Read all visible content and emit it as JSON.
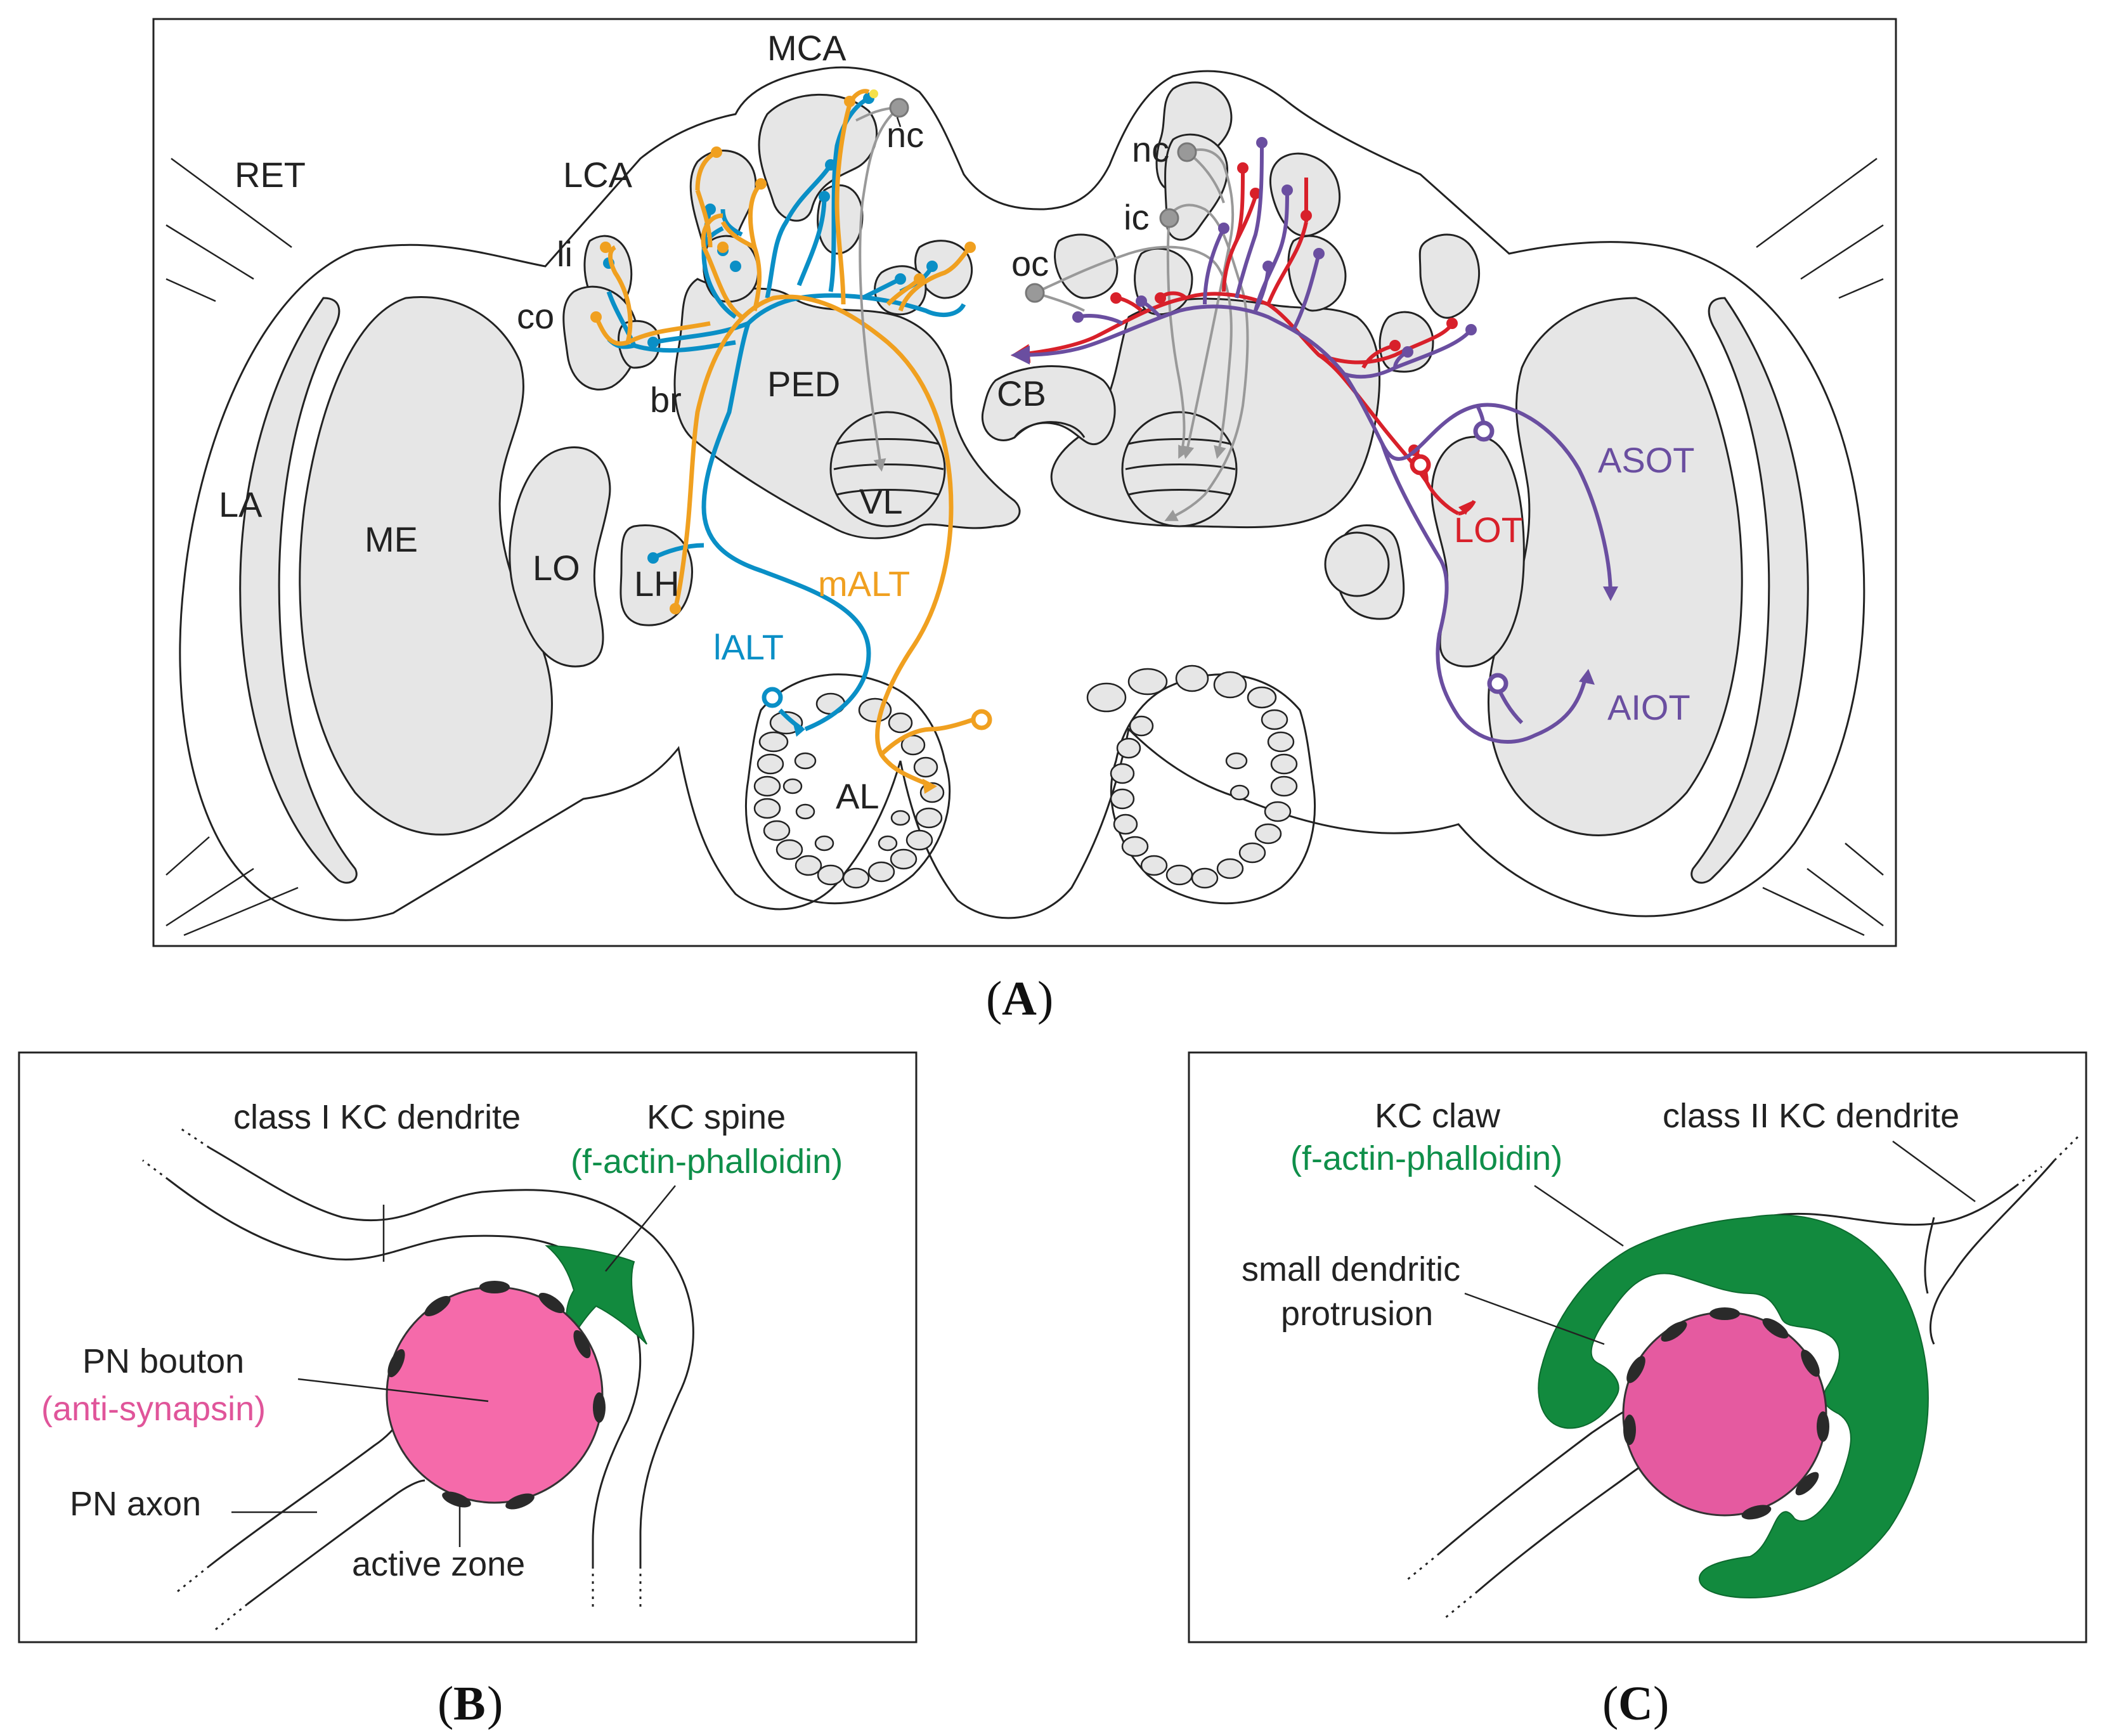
{
  "panels": {
    "a": {
      "letter": "A",
      "labels": {
        "mca": "MCA",
        "lca": "LCA",
        "ret": "RET",
        "li": "li",
        "co": "co",
        "br": "br",
        "nc_left": "nc",
        "nc_right": "nc",
        "ic": "ic",
        "oc": "oc",
        "ped": "PED",
        "cb": "CB",
        "vl": "VL",
        "la": "LA",
        "me": "ME",
        "lo": "LO",
        "lh": "LH",
        "malt": "mALT",
        "lalt": "lALT",
        "al": "AL",
        "asot": "ASOT",
        "lot": "LOT",
        "aiot": "AIOT"
      }
    },
    "b": {
      "letter": "B",
      "labels": {
        "dendrite": "class I KC dendrite",
        "spine": "KC spine",
        "spine_stain": "(f-actin-phalloidin)",
        "bouton": "PN bouton",
        "bouton_stain": "(anti-synapsin)",
        "axon": "PN axon",
        "active_zone": "active zone"
      }
    },
    "c": {
      "letter": "C",
      "labels": {
        "claw": "KC claw",
        "claw_stain": "(f-actin-phalloidin)",
        "dendrite": "class II KC dendrite",
        "protrusion_1": "small dendritic",
        "protrusion_2": "protrusion"
      }
    }
  },
  "colors": {
    "lalt": "#0a8fc6",
    "malt": "#f0a020",
    "lot": "#d8202a",
    "asot_aiot": "#6a4ea0",
    "centrifugal": "#999999",
    "region_fill": "#e6e6e6",
    "bouton_b": "#f56aaa",
    "bouton_c": "#e55aa0",
    "claw_spine": "#128a3e",
    "stain_label": "#0f8f4a",
    "synapsin_label": "#e0559a",
    "active_zone": "#2a2a2a"
  }
}
